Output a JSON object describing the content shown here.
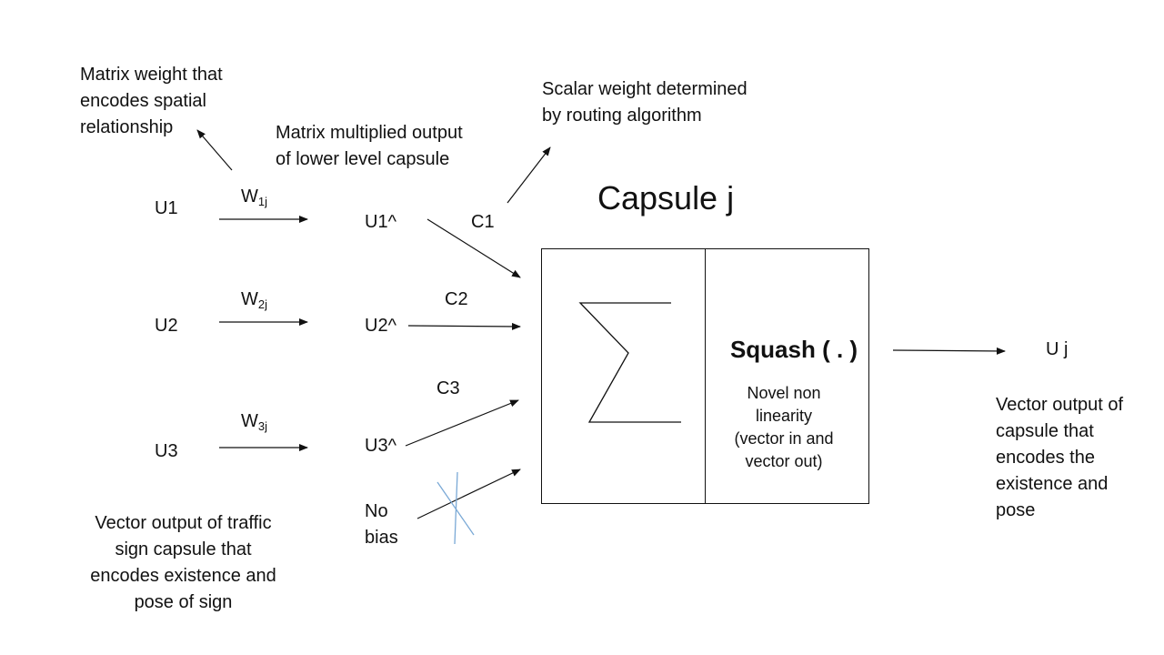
{
  "annotations": {
    "matrix_weight": [
      "Matrix weight that",
      "encodes spatial",
      "relationship"
    ],
    "matrix_output": [
      "Matrix multiplied output",
      "of lower level capsule"
    ],
    "scalar_weight": [
      "Scalar weight determined",
      "by routing algorithm"
    ],
    "lower_vector": [
      "Vector output of traffic",
      "sign capsule that",
      "encodes existence and",
      "pose of sign"
    ],
    "output_vector": [
      "Vector output of",
      "capsule that",
      "encodes the",
      "existence and",
      "pose"
    ]
  },
  "inputs": [
    {
      "u": "U1",
      "w_base": "W",
      "w_sub": "1j",
      "uhat": "U1^",
      "c": "C1"
    },
    {
      "u": "U2",
      "w_base": "W",
      "w_sub": "2j",
      "uhat": "U2^",
      "c": "C2"
    },
    {
      "u": "U3",
      "w_base": "W",
      "w_sub": "3j",
      "uhat": "U3^",
      "c": "C3"
    }
  ],
  "bias": [
    "No",
    "bias"
  ],
  "capsule": {
    "title": "Capsule j",
    "sum_symbol": "Σ",
    "squash_label": "Squash ( . )",
    "squash_desc": [
      "Novel non",
      "linearity",
      "(vector in and",
      "vector out)"
    ]
  },
  "output": {
    "label": "U j"
  },
  "colors": {
    "strike": "#7aa9d6",
    "ink": "#111111"
  }
}
